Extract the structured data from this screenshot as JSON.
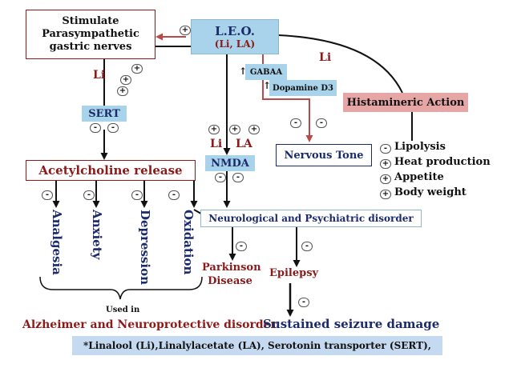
{
  "boxes": {
    "stimulate": "Stimulate Parasympathetic gastric nerves",
    "leo_title": "L.E.O.",
    "leo_sub": "(Li, LA)",
    "gaba": "GABAA",
    "dopamine": "Dopamine D3",
    "histamine": "Histamineric Action",
    "sert": "SERT",
    "nervous_tone": "Nervous Tone",
    "acetylcholine": "Acetylcholine release",
    "nmda": "NMDA",
    "neuro_psych": "Neurological and Psychiatric disorder"
  },
  "labels": {
    "li_left": "Li",
    "li_right": "Li",
    "li_nmda": "Li",
    "la_nmda": "LA",
    "used_in": "Used in",
    "alzheimer": "Alzheimer and Neuroprotective disorder",
    "parkinson": "Parkinson Disease",
    "epilepsy": "Epilepsy",
    "seizure": "Sustained seizure damage",
    "up_arrow_gaba": "↑",
    "up_arrow_dopamine": "↑"
  },
  "effects": [
    {
      "sign": "-",
      "label": "Lipolysis"
    },
    {
      "sign": "+",
      "label": "Heat production"
    },
    {
      "sign": "+",
      "label": "Appetite"
    },
    {
      "sign": "+",
      "label": "Body weight"
    }
  ],
  "outcomes": [
    "Analgesia",
    "Anxiety",
    "Depression",
    "Oxidation"
  ],
  "signs": {
    "leo_to_stim": "+",
    "li_chain": [
      "+",
      "+",
      "+"
    ],
    "sert_pair": [
      "-",
      "-"
    ],
    "nervous_pair": [
      "-",
      "-"
    ],
    "nmda_top": [
      "+",
      "+",
      "+"
    ],
    "nmda_bottom": [
      "-",
      "-"
    ],
    "outcome_signs": [
      "-",
      "-",
      "-",
      "-"
    ],
    "parkinson": "-",
    "epilepsy": "-",
    "seizure": "-"
  },
  "footnote": "*Linalool (Li),Linalylacetate (LA), Serotonin transporter (SERT),",
  "colors": {
    "dark_red": "#8b1a1a",
    "navy": "#1a2a6a",
    "box_blue": "#a9d3ea",
    "box_pink": "#e6a6a6",
    "footer_blue": "#c5d9f1",
    "red_line": "#b94a48"
  }
}
